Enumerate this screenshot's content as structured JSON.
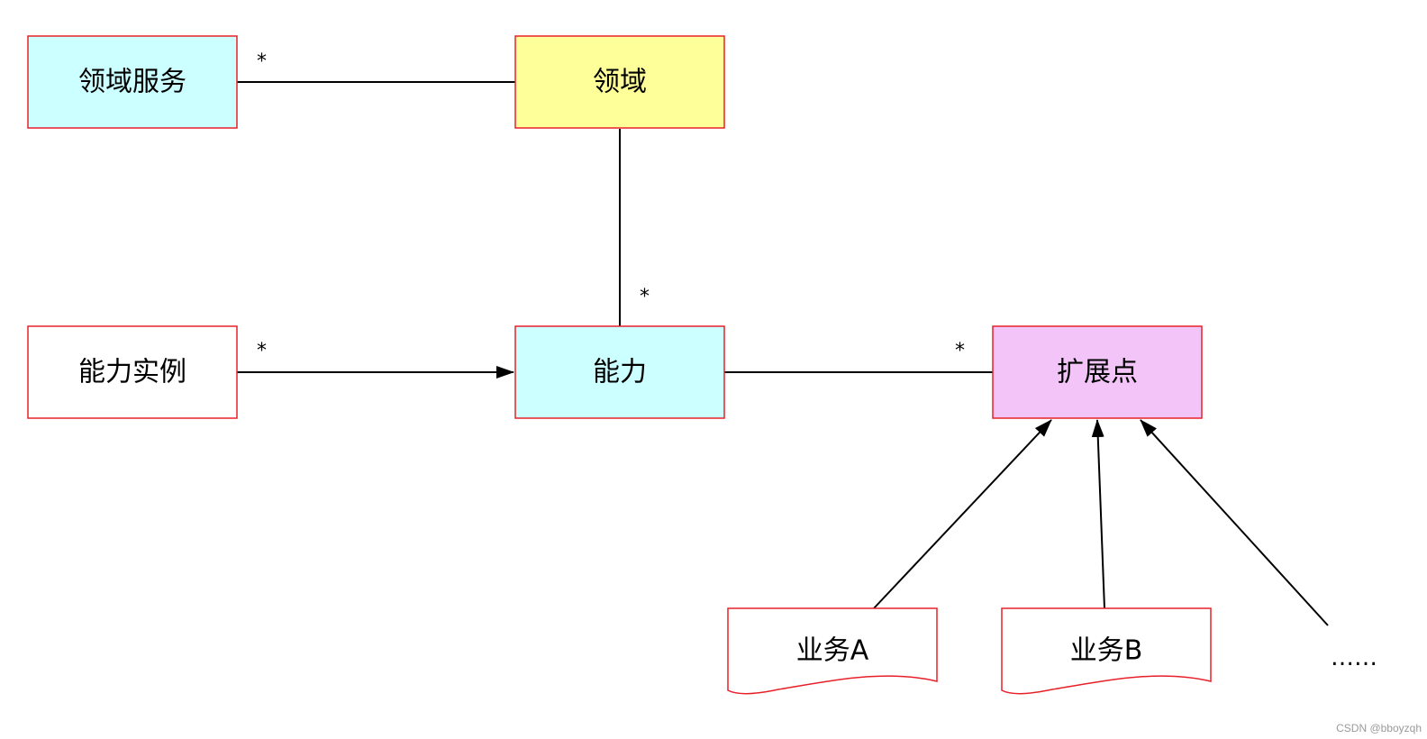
{
  "colors": {
    "border": "#e8202a",
    "cyan_fill": "#ccffff",
    "yellow_fill": "#ffff99",
    "pink_fill": "#f2c4f8",
    "white_fill": "#ffffff",
    "line": "#000000"
  },
  "nodes": {
    "domain_service": {
      "label": "领域服务"
    },
    "domain": {
      "label": "领域"
    },
    "capability_instance": {
      "label": "能力实例"
    },
    "capability": {
      "label": "能力"
    },
    "extension_point": {
      "label": "扩展点"
    },
    "business_a": {
      "label": "业务A"
    },
    "business_b": {
      "label": "业务B"
    }
  },
  "edges": {
    "service_domain": {
      "multiplicity": "*"
    },
    "domain_capability": {
      "multiplicity": "*"
    },
    "instance_capability": {
      "multiplicity": "*"
    },
    "capability_extension": {
      "multiplicity": "*"
    }
  },
  "more_indicator": "……",
  "watermark": "CSDN @bboyzqh"
}
